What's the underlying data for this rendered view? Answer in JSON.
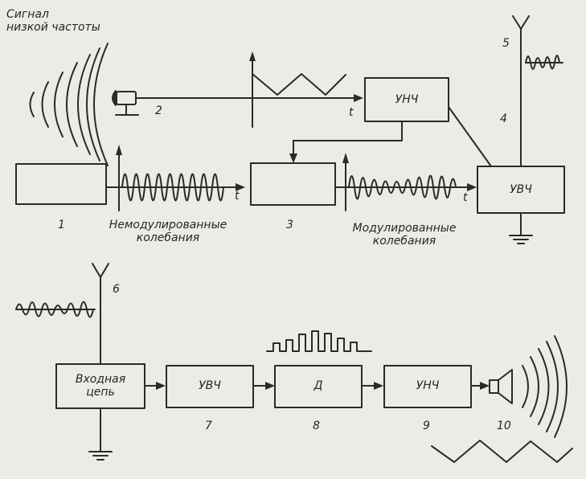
{
  "transmitter": {
    "signal_label": {
      "line1": "Сигнал",
      "line2": "низкой частоты"
    },
    "time_axis": "t",
    "blocks": {
      "amplifier_lf": "УНЧ",
      "amplifier_hf": "УВЧ"
    },
    "numbers": {
      "n1": "1",
      "n2": "2",
      "n3": "3",
      "n4": "4",
      "n5": "5"
    },
    "unmodulated": {
      "line1": "Немодулированные",
      "line2": "колебания"
    },
    "modulated": {
      "line1": "Модулированные",
      "line2": "колебания"
    }
  },
  "receiver": {
    "blocks": {
      "input_circuit": {
        "line1": "Входная",
        "line2": "цепь"
      },
      "amplifier_hf": "УВЧ",
      "detector": "Д",
      "amplifier_lf": "УНЧ"
    },
    "numbers": {
      "n6": "6",
      "n7": "7",
      "n8": "8",
      "n9": "9",
      "n10": "10"
    }
  }
}
